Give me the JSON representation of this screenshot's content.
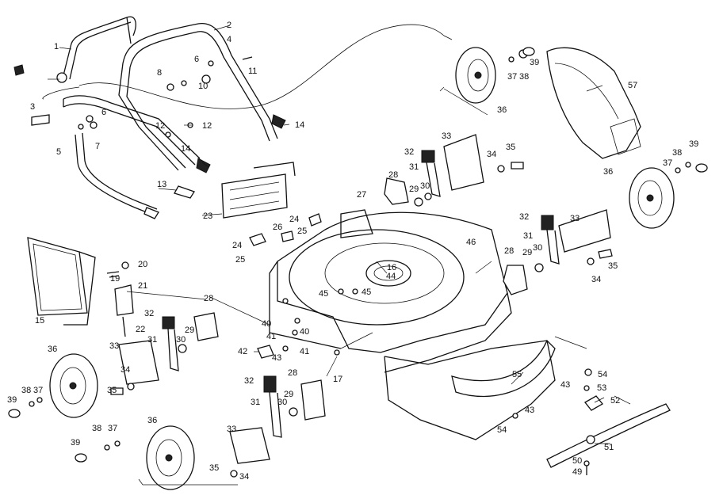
{
  "diagram": {
    "kind": "exploded parts diagram",
    "callouts": [
      {
        "id": "c1",
        "text": "1"
      },
      {
        "id": "c2",
        "text": "2"
      },
      {
        "id": "c3",
        "text": "3"
      },
      {
        "id": "c4",
        "text": "4"
      },
      {
        "id": "c5",
        "text": "5"
      },
      {
        "id": "c6a",
        "text": "6"
      },
      {
        "id": "c6b",
        "text": "6"
      },
      {
        "id": "c7",
        "text": "7"
      },
      {
        "id": "c8",
        "text": "8"
      },
      {
        "id": "c10",
        "text": "10"
      },
      {
        "id": "c11",
        "text": "11"
      },
      {
        "id": "c12a",
        "text": "12"
      },
      {
        "id": "c12b",
        "text": "12"
      },
      {
        "id": "c13",
        "text": "13"
      },
      {
        "id": "c14a",
        "text": "14"
      },
      {
        "id": "c14b",
        "text": "14"
      },
      {
        "id": "c15",
        "text": "15"
      },
      {
        "id": "c16",
        "text": "16"
      },
      {
        "id": "c17",
        "text": "17"
      },
      {
        "id": "c19",
        "text": "19"
      },
      {
        "id": "c20",
        "text": "20"
      },
      {
        "id": "c21",
        "text": "21"
      },
      {
        "id": "c22",
        "text": "22"
      },
      {
        "id": "c23",
        "text": "23"
      },
      {
        "id": "c24a",
        "text": "24"
      },
      {
        "id": "c24b",
        "text": "24"
      },
      {
        "id": "c25a",
        "text": "25"
      },
      {
        "id": "c25b",
        "text": "25"
      },
      {
        "id": "c26",
        "text": "26"
      },
      {
        "id": "c27",
        "text": "27"
      },
      {
        "id": "c28a",
        "text": "28"
      },
      {
        "id": "c28b",
        "text": "28"
      },
      {
        "id": "c28c",
        "text": "28"
      },
      {
        "id": "c28d",
        "text": "28"
      },
      {
        "id": "c29a",
        "text": "29"
      },
      {
        "id": "c29b",
        "text": "29"
      },
      {
        "id": "c29c",
        "text": "29"
      },
      {
        "id": "c29d",
        "text": "29"
      },
      {
        "id": "c30a",
        "text": "30"
      },
      {
        "id": "c30b",
        "text": "30"
      },
      {
        "id": "c30c",
        "text": "30"
      },
      {
        "id": "c30d",
        "text": "30"
      },
      {
        "id": "c31a",
        "text": "31"
      },
      {
        "id": "c31b",
        "text": "31"
      },
      {
        "id": "c31c",
        "text": "31"
      },
      {
        "id": "c31d",
        "text": "31"
      },
      {
        "id": "c32a",
        "text": "32"
      },
      {
        "id": "c32b",
        "text": "32"
      },
      {
        "id": "c32c",
        "text": "32"
      },
      {
        "id": "c32d",
        "text": "32"
      },
      {
        "id": "c33a",
        "text": "33"
      },
      {
        "id": "c33b",
        "text": "33"
      },
      {
        "id": "c33c",
        "text": "33"
      },
      {
        "id": "c33d",
        "text": "33"
      },
      {
        "id": "c34a",
        "text": "34"
      },
      {
        "id": "c34b",
        "text": "34"
      },
      {
        "id": "c34c",
        "text": "34"
      },
      {
        "id": "c34d",
        "text": "34"
      },
      {
        "id": "c35a",
        "text": "35"
      },
      {
        "id": "c35b",
        "text": "35"
      },
      {
        "id": "c35c",
        "text": "35"
      },
      {
        "id": "c35d",
        "text": "35"
      },
      {
        "id": "c36a",
        "text": "36"
      },
      {
        "id": "c36b",
        "text": "36"
      },
      {
        "id": "c36c",
        "text": "36"
      },
      {
        "id": "c36d",
        "text": "36"
      },
      {
        "id": "c37a",
        "text": "37"
      },
      {
        "id": "c37b",
        "text": "37"
      },
      {
        "id": "c37c",
        "text": "37"
      },
      {
        "id": "c37d",
        "text": "37"
      },
      {
        "id": "c38a",
        "text": "38"
      },
      {
        "id": "c38b",
        "text": "38"
      },
      {
        "id": "c38c",
        "text": "38"
      },
      {
        "id": "c38d",
        "text": "38"
      },
      {
        "id": "c39a",
        "text": "39"
      },
      {
        "id": "c39b",
        "text": "39"
      },
      {
        "id": "c39c",
        "text": "39"
      },
      {
        "id": "c39d",
        "text": "39"
      },
      {
        "id": "c40a",
        "text": "40"
      },
      {
        "id": "c40b",
        "text": "40"
      },
      {
        "id": "c41a",
        "text": "41"
      },
      {
        "id": "c41b",
        "text": "41"
      },
      {
        "id": "c42",
        "text": "42"
      },
      {
        "id": "c43a",
        "text": "43"
      },
      {
        "id": "c43b",
        "text": "43"
      },
      {
        "id": "c43c",
        "text": "43"
      },
      {
        "id": "c44",
        "text": "44"
      },
      {
        "id": "c45a",
        "text": "45"
      },
      {
        "id": "c45b",
        "text": "45"
      },
      {
        "id": "c46",
        "text": "46"
      },
      {
        "id": "c49",
        "text": "49"
      },
      {
        "id": "c50",
        "text": "50"
      },
      {
        "id": "c51",
        "text": "51"
      },
      {
        "id": "c52",
        "text": "52"
      },
      {
        "id": "c53",
        "text": "53"
      },
      {
        "id": "c54a",
        "text": "54"
      },
      {
        "id": "c54b",
        "text": "54"
      },
      {
        "id": "c55",
        "text": "55"
      },
      {
        "id": "c57",
        "text": "57"
      }
    ]
  }
}
